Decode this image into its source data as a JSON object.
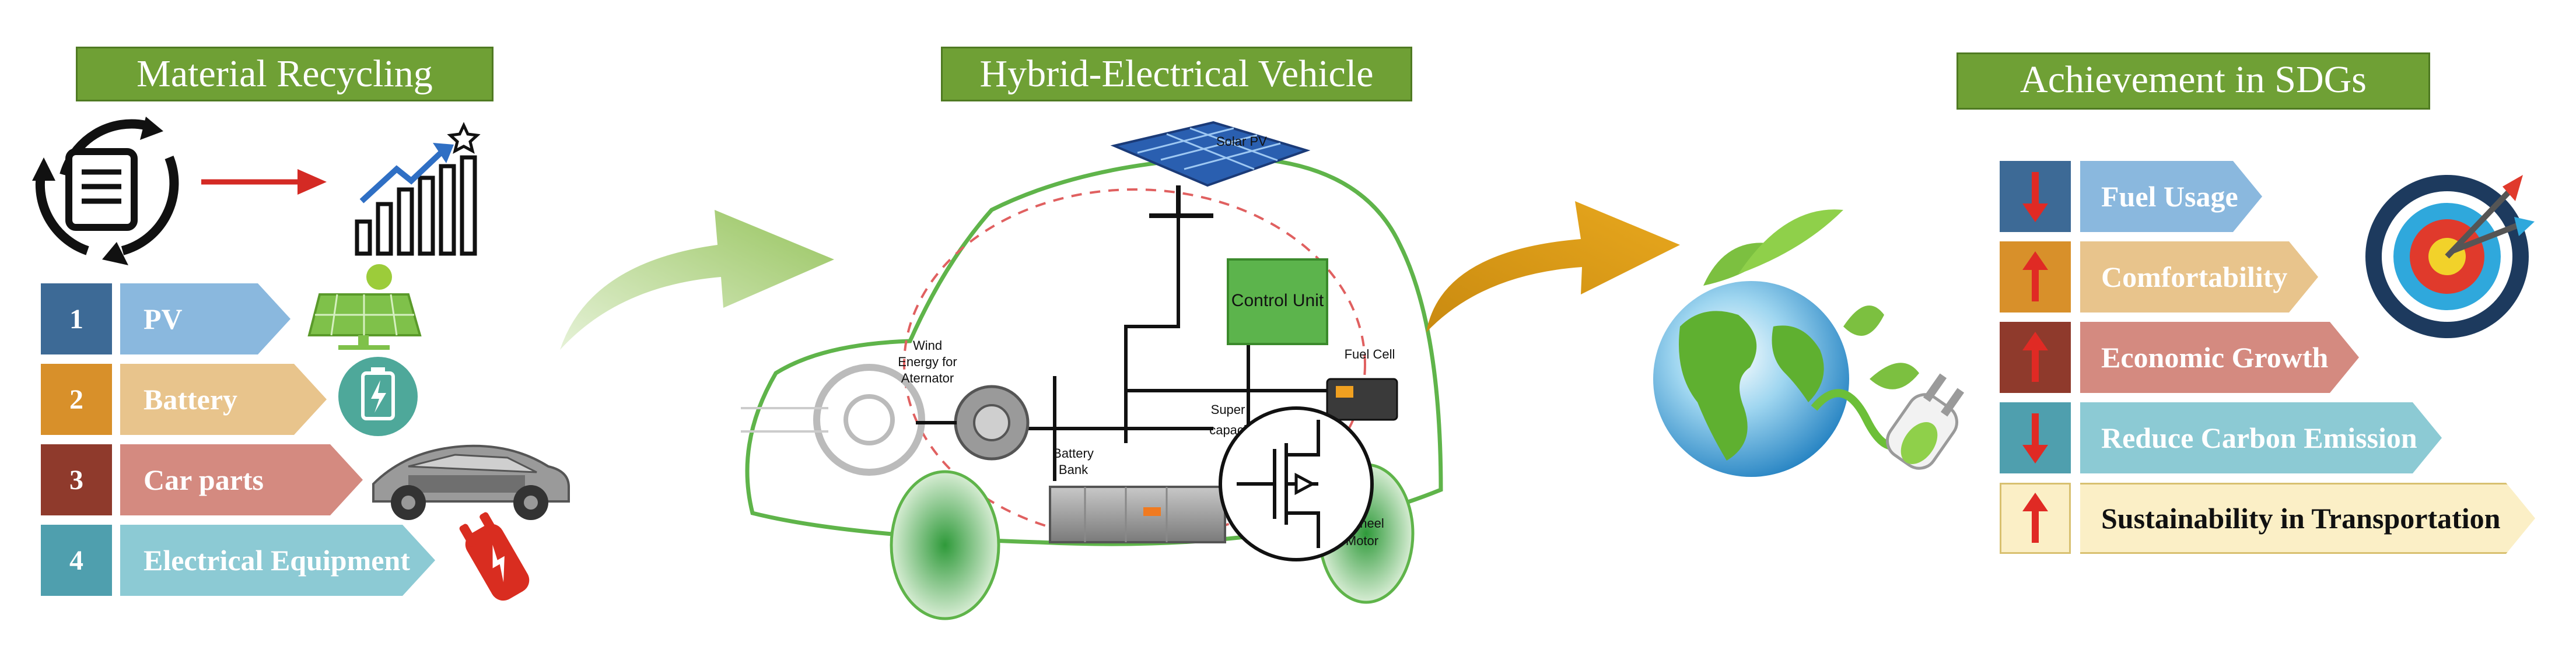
{
  "titles": {
    "left": "Material Recycling",
    "center": "Hybrid-Electrical Vehicle",
    "right": "Achievement in SDGs"
  },
  "materials": [
    {
      "num": "1",
      "label": "PV"
    },
    {
      "num": "2",
      "label": "Battery"
    },
    {
      "num": "3",
      "label": "Car parts"
    },
    {
      "num": "4",
      "label": "Electrical Equipment"
    }
  ],
  "vehicle_labels": {
    "solar": "Solar PV",
    "control": "Control Unit",
    "wind": [
      "Wind",
      "Energy for",
      "Aternator"
    ],
    "fuel_cell": "Fuel Cell",
    "battery": [
      "Battery",
      "Bank"
    ],
    "super": [
      "Super",
      "capaci"
    ],
    "wheel": [
      "heel",
      "Motor"
    ]
  },
  "sdgs": [
    {
      "label": "Fuel Usage",
      "direction": "down"
    },
    {
      "label": "Comfortability",
      "direction": "up"
    },
    {
      "label": "Economic Growth",
      "direction": "up"
    },
    {
      "label": "Reduce Carbon Emission",
      "direction": "down"
    },
    {
      "label": "Sustainability in Transportation",
      "direction": "up"
    }
  ],
  "colors": {
    "title_green": "#6fa035",
    "blue": "#3d6a96",
    "orange": "#d8902a",
    "brown": "#8f3a2c",
    "teal": "#4f9fae",
    "arrow_red": "#e02a24"
  },
  "icons": [
    "recycle-document-icon",
    "growth-chart-icon",
    "solar-panel-icon",
    "battery-icon",
    "car-parts-icon",
    "plug-tool-icon",
    "globe-icon",
    "plug-icon",
    "target-icon"
  ]
}
